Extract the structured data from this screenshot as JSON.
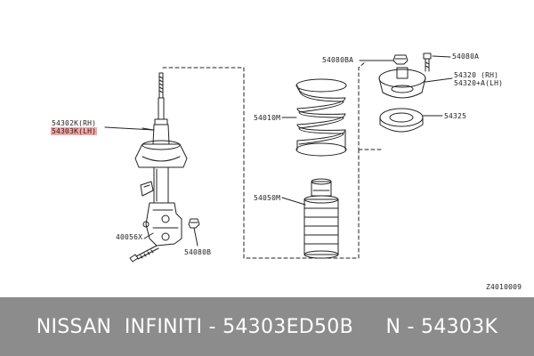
{
  "diagram": {
    "labels": {
      "strut_rh": "54302K(RH)",
      "strut_lh": "54303K(LH)",
      "bolt_40056x": "40056X",
      "nut_54080b": "54080B",
      "nut_54080ba": "54080BA",
      "bolt_54080a": "54080A",
      "mount_rh": "54320 (RH)",
      "mount_lh": "54320+A(LH)",
      "spring": "54010M",
      "bearing": "54325",
      "bumper": "54050M",
      "drawing_number": "Z4010009"
    },
    "highlight_color": "#f4a6a6"
  },
  "footer": {
    "text": "NISSAN  INFINITI - 54303ED50B     N - 54303K",
    "background": "#8c8c8c"
  }
}
